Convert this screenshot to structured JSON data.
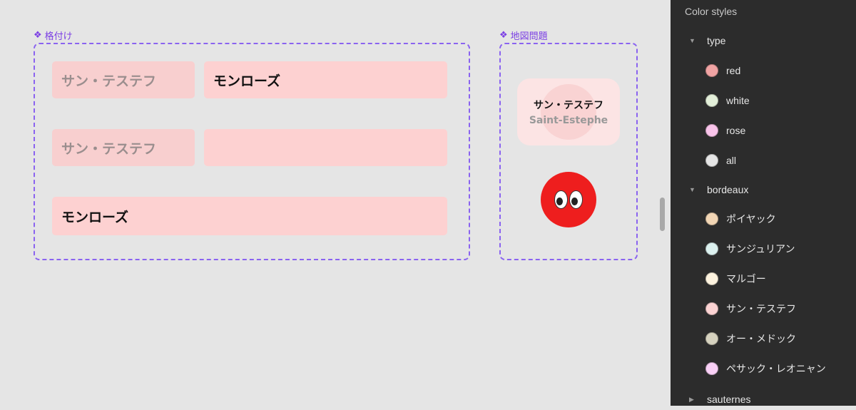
{
  "canvas": {
    "components": [
      {
        "label": "格付け"
      },
      {
        "label": "地図問題"
      }
    ],
    "grading": {
      "row1": {
        "left": "サン・テステフ",
        "right": "モンローズ"
      },
      "row2": {
        "left": "サン・テステフ",
        "right": ""
      },
      "row3": {
        "full": "モンローズ"
      }
    },
    "map": {
      "card_jp": "サン・テステフ",
      "card_en": "Saint-Estephe",
      "emoji": "eyes-icon"
    }
  },
  "panel": {
    "title": "Color styles",
    "groups": [
      {
        "label": "type",
        "expanded": true,
        "items": [
          {
            "label": "red",
            "color": "#f0a3a3"
          },
          {
            "label": "white",
            "color": "#e3efd9"
          },
          {
            "label": "rose",
            "color": "#f9c4ea"
          },
          {
            "label": "all",
            "color": "#e6e6e6"
          }
        ]
      },
      {
        "label": "bordeaux",
        "expanded": true,
        "items": [
          {
            "label": "ポイヤック",
            "color": "#f2d6b5"
          },
          {
            "label": "サンジュリアン",
            "color": "#dcf1ef"
          },
          {
            "label": "マルゴー",
            "color": "#fdf3df"
          },
          {
            "label": "サン・テステフ",
            "color": "#fbd3d3"
          },
          {
            "label": "オー・メドック",
            "color": "#d6d2bf"
          },
          {
            "label": "ペサック・レオニャン",
            "color": "#f9d0f6"
          }
        ]
      },
      {
        "label": "sauternes",
        "expanded": false,
        "items": []
      }
    ]
  }
}
